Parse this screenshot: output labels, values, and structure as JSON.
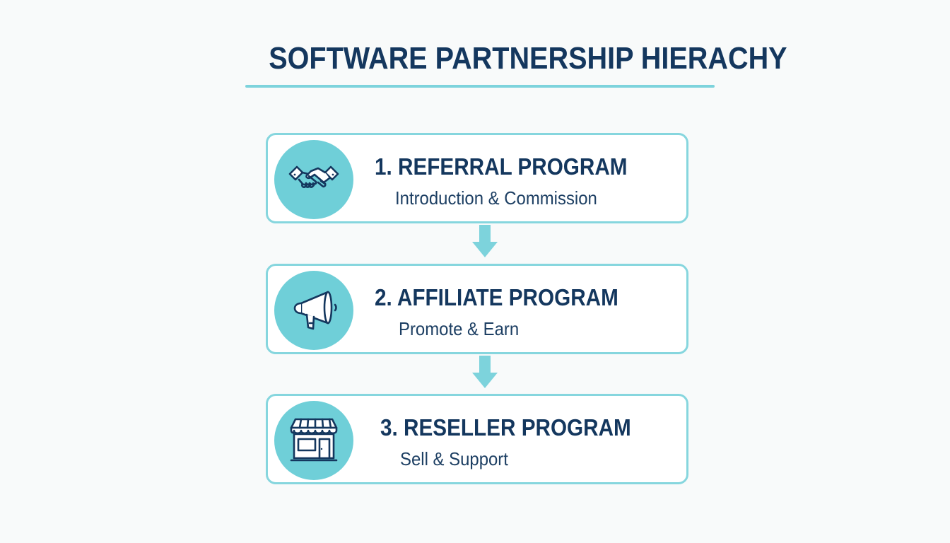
{
  "title": "SOFTWARE PARTNERSHIP HIERACHY",
  "colors": {
    "title": "#14375e",
    "accent": "#7dd3dc",
    "icon_bg": "#6fcfd8",
    "card_border": "#86d6de",
    "icon_stroke": "#14375e"
  },
  "steps": [
    {
      "title": "1. REFERRAL PROGRAM",
      "subtitle": "Introduction & Commission",
      "icon": "handshake-icon"
    },
    {
      "title": "2. AFFILIATE PROGRAM",
      "subtitle": "Promote & Earn",
      "icon": "megaphone-icon"
    },
    {
      "title": "3. RESELLER PROGRAM",
      "subtitle": "Sell & Support",
      "icon": "storefront-icon"
    }
  ]
}
